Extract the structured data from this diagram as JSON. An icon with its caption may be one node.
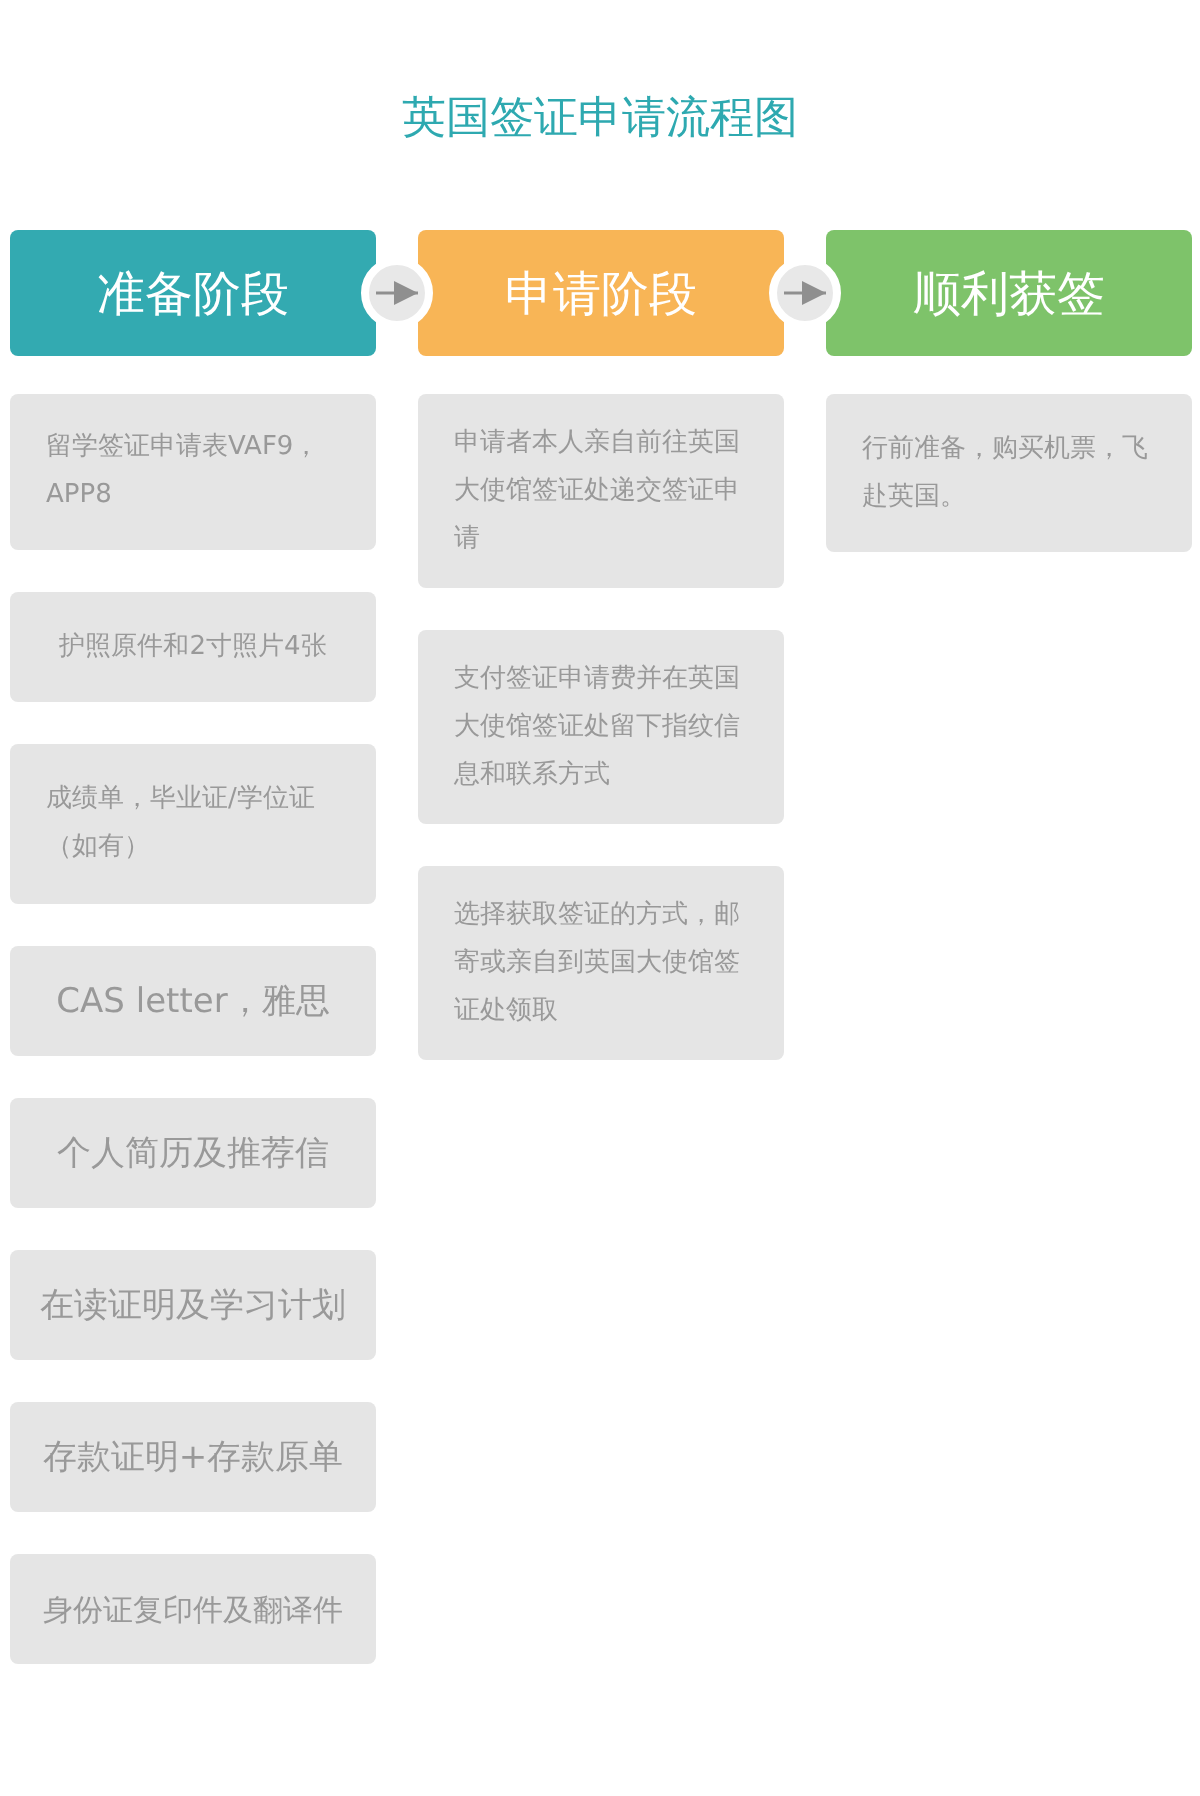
{
  "diagram": {
    "title": "英国签证申请流程图",
    "nodes": [
      {
        "text": [
          "准备阶段"
        ]
      },
      {
        "text": [
          "申请阶段"
        ]
      },
      {
        "text": [
          "顺利获签"
        ]
      },
      {
        "text": [
          "留学签证申请表VAF9，APP8"
        ]
      },
      {
        "text": [
          "护照原件和2寸照片4张"
        ]
      },
      {
        "text": [
          "成绩单，毕业证/学位证（如有）"
        ]
      },
      {
        "text": [
          "CAS letter，雅思"
        ]
      },
      {
        "text": [
          "个人简历及推荐信"
        ]
      },
      {
        "text": [
          "在读证明及学习计划"
        ]
      },
      {
        "text": [
          "存款证明+存款原单"
        ]
      },
      {
        "text": [
          "身份证复印件及翻译件"
        ]
      },
      {
        "text": [
          "申请者本人亲自前往英国大使馆签证处递交签证申请"
        ]
      },
      {
        "text": [
          "支付签证申请费并在英国大使馆签证处留下指纹信息和联系方式"
        ]
      },
      {
        "text": [
          "选择获取签证的方式，邮寄或亲自到英国大使馆签证处领取"
        ]
      },
      {
        "text": [
          "行前准备，购买机票，飞赴英国。"
        ]
      }
    ],
    "edges": [
      {
        "from": 0,
        "to": 1,
        "arrow": "to"
      },
      {
        "from": 1,
        "to": 2,
        "arrow": "to"
      }
    ]
  }
}
